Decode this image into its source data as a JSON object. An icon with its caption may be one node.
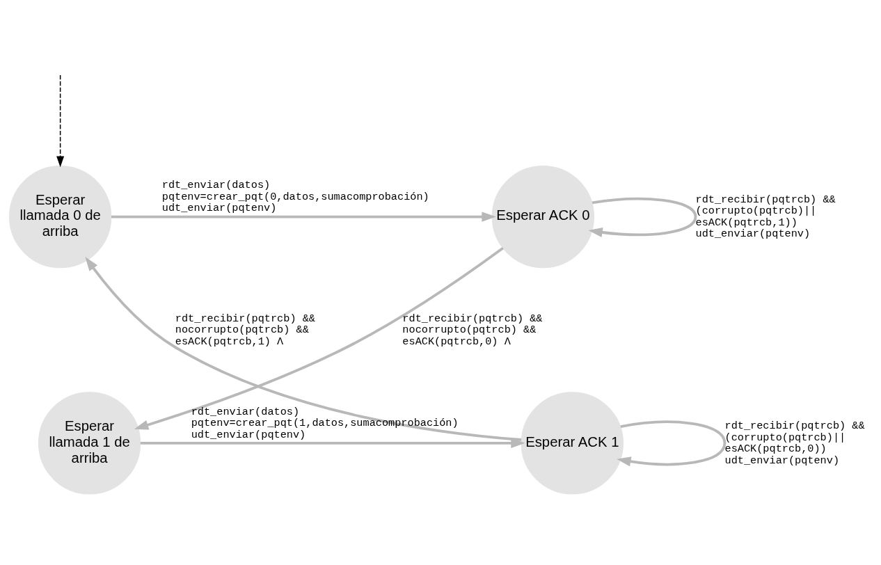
{
  "diagram": {
    "nodes": [
      {
        "text": [
          "Esperar llamada 0 de arriba"
        ]
      },
      {
        "text": [
          "Esperar ACK 0"
        ]
      },
      {
        "text": [
          "Esperar ACK 1"
        ]
      },
      {
        "text": [
          "Esperar llamada 1 de arriba"
        ]
      }
    ],
    "edges": [
      {
        "from": null,
        "to": 0,
        "arrow": "to",
        "style": "dashed",
        "color": "#000000"
      },
      {
        "from": 0,
        "to": 1,
        "arrow": "to",
        "label": "rdt_enviar(datos) pqtenv=crear_pqt(0,datos,sumacomprobación) udt_enviar(pqtenv)"
      },
      {
        "from": 1,
        "to": 1,
        "arrow": "to",
        "label": "rdt_recibir(pqtrcb) && (corrupto(pqtrcb)|| esACK(pqtrcb,1)) udt_enviar(pqtenv)"
      },
      {
        "from": 1,
        "to": 3,
        "arrow": "to",
        "label": "rdt_recibir(pqtrcb) && nocorrupto(pqtrcb) && esACK(pqtrcb,0) Λ"
      },
      {
        "from": 3,
        "to": 2,
        "arrow": "to",
        "label": "rdt_enviar(datos) pqtenv=crear_pqt(1,datos,sumacomprobación) udt_enviar(pqtenv)"
      },
      {
        "from": 2,
        "to": 2,
        "arrow": "to",
        "label": "rdt_recibir(pqtrcb) && (corrupto(pqtrcb)|| esACK(pqtrcb,0)) udt_enviar(pqtenv)"
      },
      {
        "from": 2,
        "to": 0,
        "arrow": "to",
        "label": "rdt_recibir(pqtrcb) && nocorrupto(pqtrcb) && esACK(pqtrcb,1) Λ"
      }
    ]
  }
}
